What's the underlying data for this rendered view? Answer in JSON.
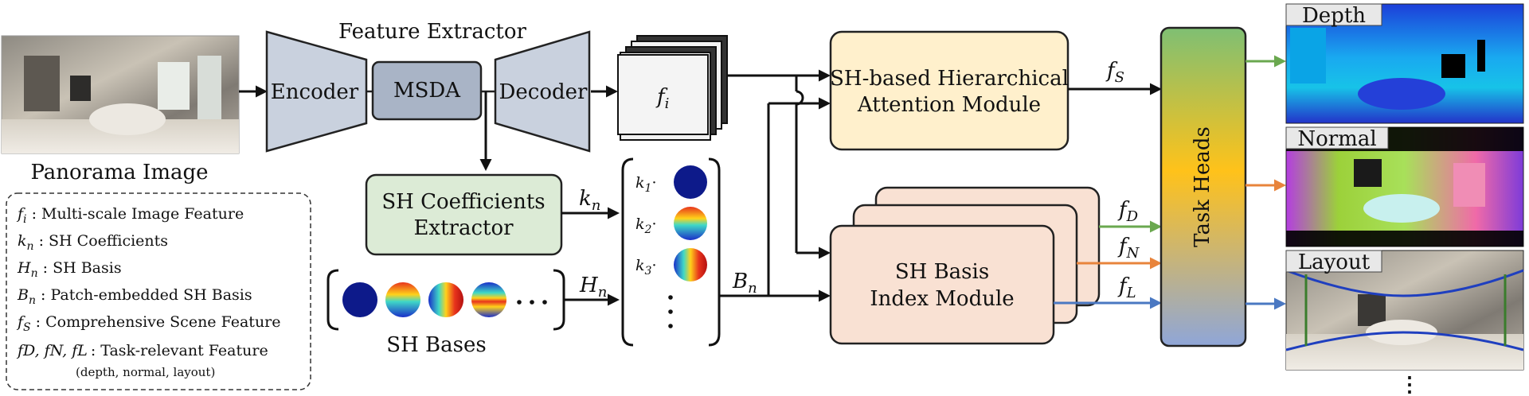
{
  "feature_extractor": {
    "title": "Feature Extractor",
    "encoder": "Encoder",
    "msda": "MSDA",
    "decoder": "Decoder"
  },
  "input": {
    "caption": "Panorama Image"
  },
  "features": {
    "fi_label": "f",
    "fi_sub": "i"
  },
  "sh_coeff": {
    "line1": "SH Coefficients",
    "line2": "Extractor"
  },
  "sh_bases": {
    "caption": "SH Bases"
  },
  "coeff_list": {
    "k1": "k",
    "k1_sub": "1",
    "k2": "k",
    "k2_sub": "2",
    "k3": "k",
    "k3_sub": "3",
    "dot": "·"
  },
  "edges": {
    "kn": "k",
    "kn_sub": "n",
    "hn": "H",
    "hn_sub": "n",
    "bn": "B",
    "bn_sub": "n",
    "fs": "f",
    "fs_sub": "S",
    "fd": "f",
    "fd_sub": "D",
    "fn": "f",
    "fn_sub": "N",
    "fl": "f",
    "fl_sub": "L"
  },
  "attention": {
    "line1": "SH-based Hierarchical",
    "line2": "Attention Module"
  },
  "index_module": {
    "line1": "SH Basis",
    "line2": "Index Module"
  },
  "task_heads": {
    "label": "Task Heads"
  },
  "outputs": {
    "depth": "Depth",
    "normal": "Normal",
    "layout": "Layout",
    "more": "⋮"
  },
  "legend": {
    "items": [
      {
        "sym": "f",
        "sub": "i",
        "text": " : Multi-scale Image Feature"
      },
      {
        "sym": "k",
        "sub": "n",
        "text": " : SH Coefficients"
      },
      {
        "sym": "H",
        "sub": "n",
        "text": " : SH Basis"
      },
      {
        "sym": "B",
        "sub": "n",
        "text": " : Patch-embedded SH Basis"
      },
      {
        "sym": "f",
        "sub": "S",
        "text": " : Comprehensive Scene Feature"
      },
      {
        "sym": "f",
        "sub": "D, ",
        "text": ": Task-relevant Feature"
      }
    ],
    "fdfnfl": "fD, fN, fL",
    "note": "(depth, normal, layout)"
  },
  "colors": {
    "encoder": "#c9d1de",
    "msda": "#a9b4c6",
    "sh_coeff": "#dcebd6",
    "attention": "#fff0cc",
    "index_module": "#f9e1d3",
    "green_arrow": "#6aa84f",
    "orange_arrow": "#e8843c",
    "blue_arrow": "#4a78c2"
  }
}
